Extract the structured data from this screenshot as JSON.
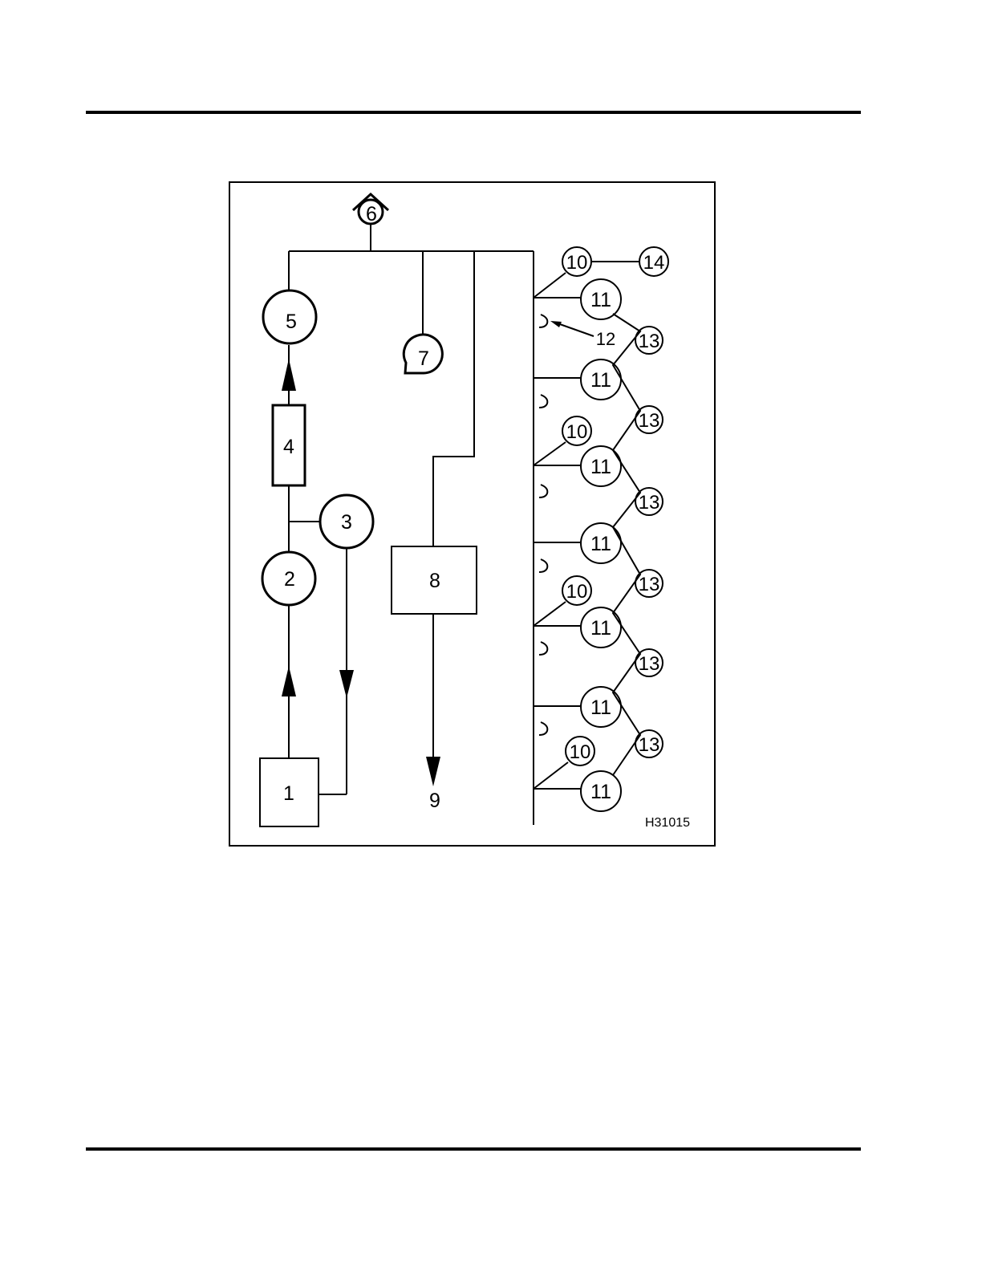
{
  "figure": {
    "id_label": "H31015",
    "components": {
      "c1": "1",
      "c2": "2",
      "c3": "3",
      "c4": "4",
      "c5": "5",
      "c6": "6",
      "c7": "7",
      "c8": "8",
      "c9": "9",
      "c10": "10",
      "c11": "11",
      "c12": "12",
      "c13": "13",
      "c14": "14"
    }
  }
}
